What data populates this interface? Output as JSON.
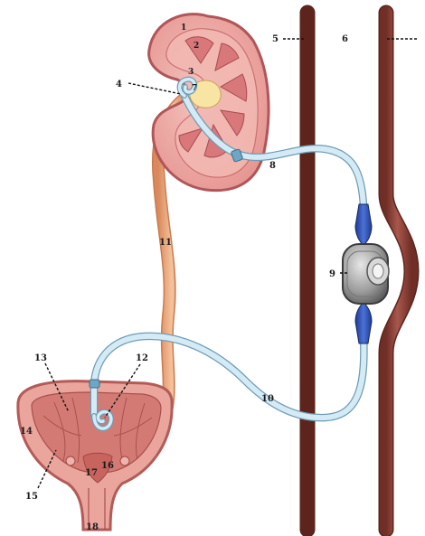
{
  "figure": {
    "labels": {
      "l1": "1",
      "l2": "2",
      "l3": "3",
      "l4": "4",
      "l5": "5",
      "l6": "6",
      "l7": "7",
      "l8": "8",
      "l9": "9",
      "l10": "10",
      "l11": "11",
      "l12": "12",
      "l13": "13",
      "l14": "14",
      "l15": "15",
      "l16": "16",
      "l17": "17",
      "l18": "18"
    },
    "colors": {
      "kidney_fill": "#e9a3a0",
      "kidney_outline": "#b85a5c",
      "vessel": "#9a4a3e",
      "ureter": "#f2b48a",
      "stent_tube": "#cfe6f1",
      "stent_outline": "#6e9cb5",
      "connector": "#2f53b8",
      "pump_body": "#a9a9a9",
      "bladder_wall": "#e7a099",
      "bladder_inner": "#d9847e"
    }
  }
}
